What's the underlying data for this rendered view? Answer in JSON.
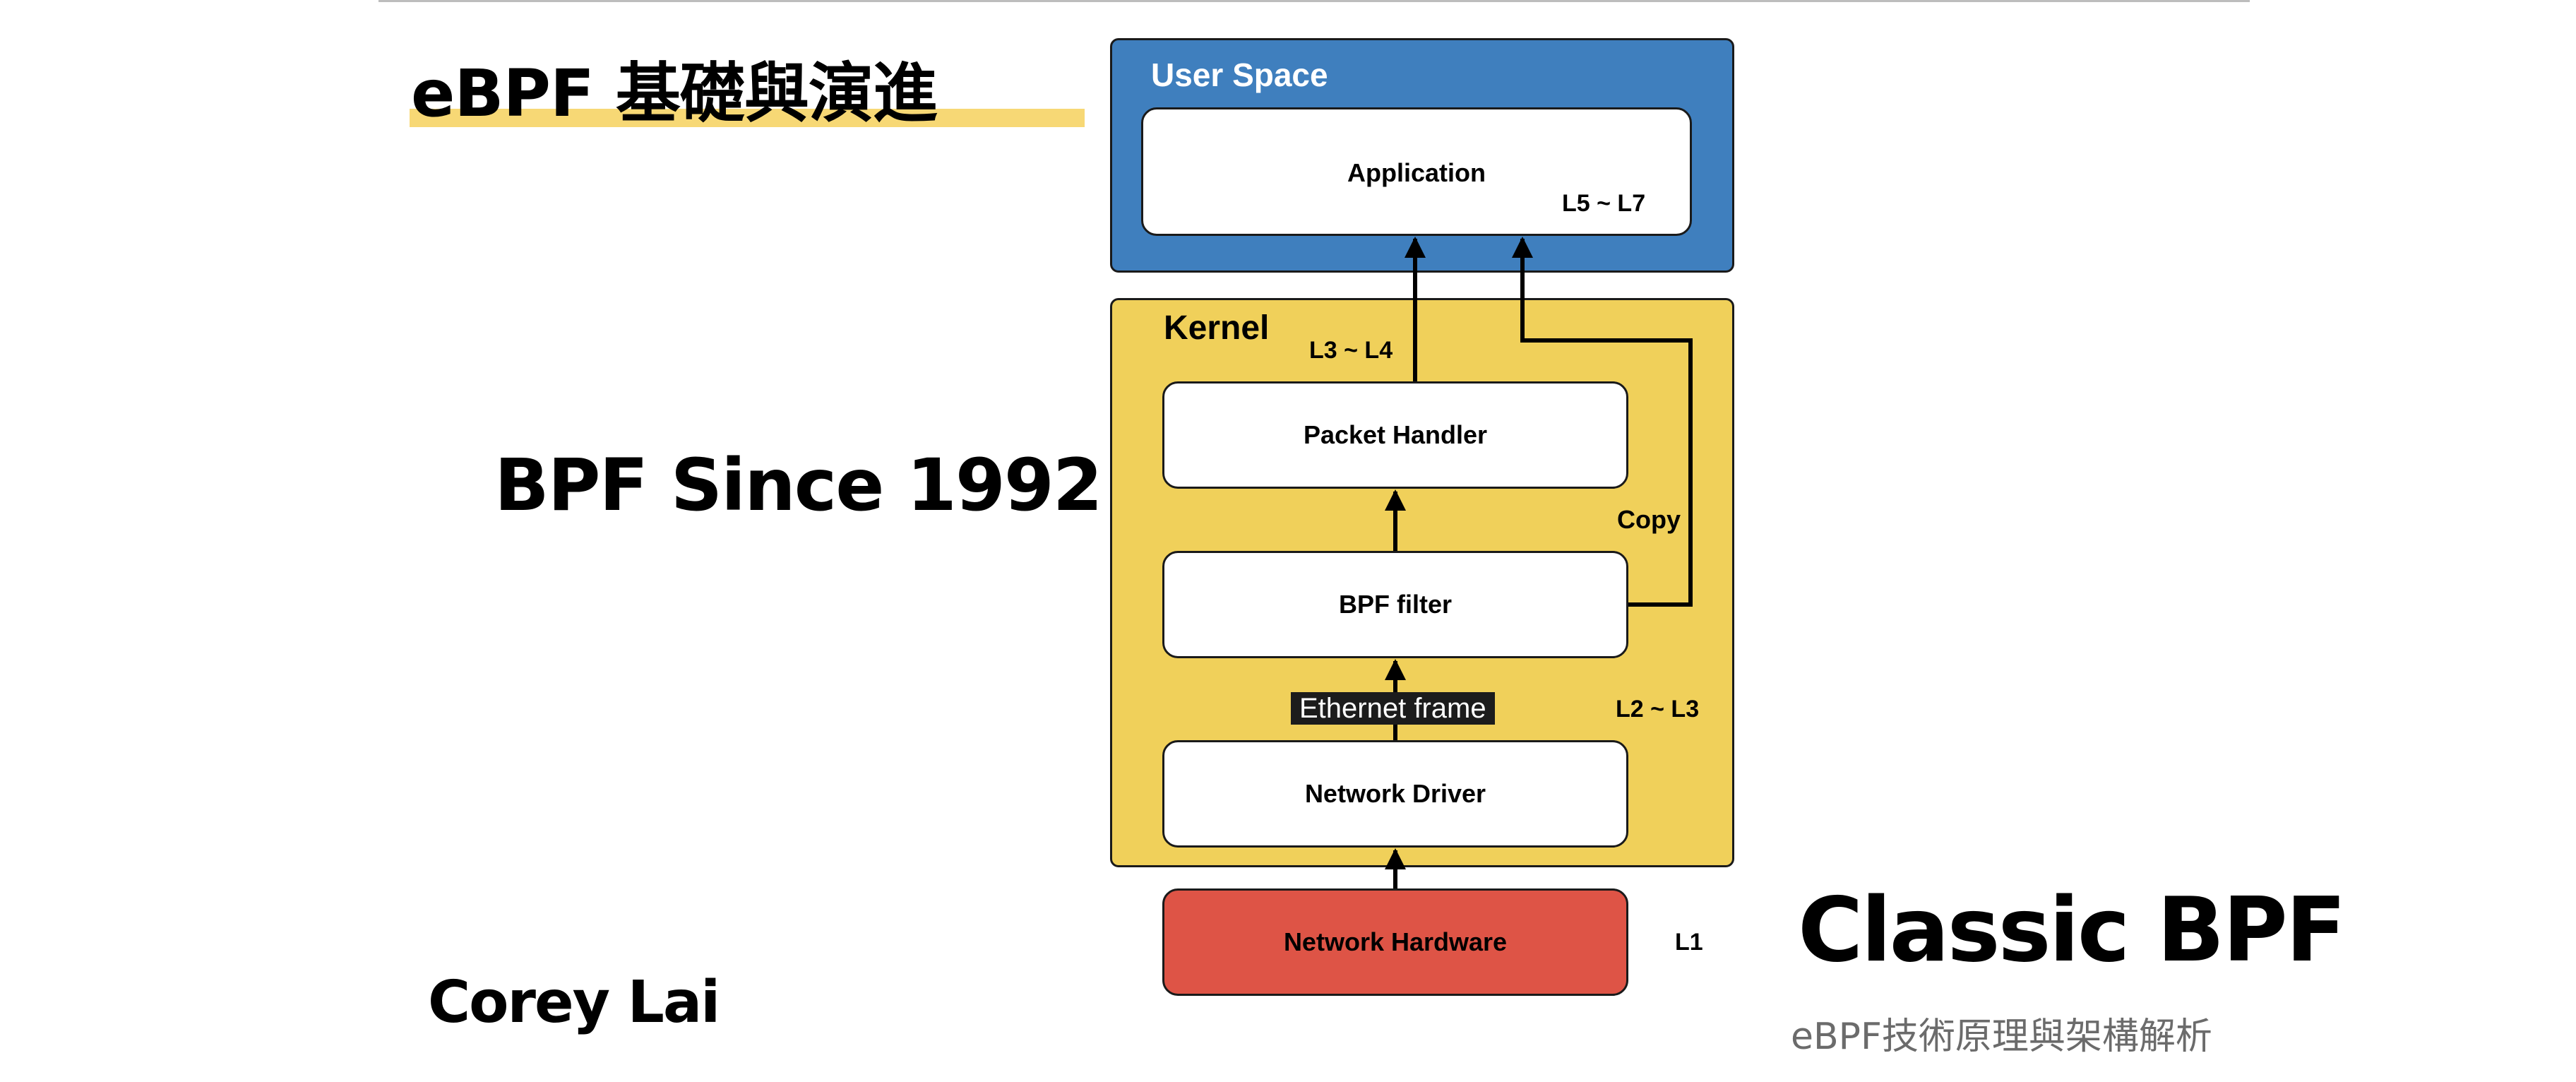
{
  "slide": {
    "title": "eBPF 基礎與演進",
    "headline": "BPF Since 1992",
    "author": "Corey Lai",
    "section_title": "Classic BPF",
    "subtitle": "eBPF技術原理與架構解析"
  },
  "diagram": {
    "user_space": {
      "label": "User Space",
      "application": "Application",
      "layer": "L5 ~ L7"
    },
    "kernel": {
      "label": "Kernel",
      "packet_handler": "Packet Handler",
      "packet_handler_layer": "L3 ~ L4",
      "bpf_filter": "BPF filter",
      "copy_label": "Copy",
      "ethernet_frame": "Ethernet frame",
      "driver_layer": "L2 ~ L3",
      "network_driver": "Network Driver"
    },
    "hardware": {
      "network_hardware": "Network Hardware",
      "layer": "L1"
    },
    "colors": {
      "user_space": "#3f7fbe",
      "kernel": "#f0d05a",
      "hardware": "#de5446",
      "title_highlight": "#f7d875"
    }
  }
}
